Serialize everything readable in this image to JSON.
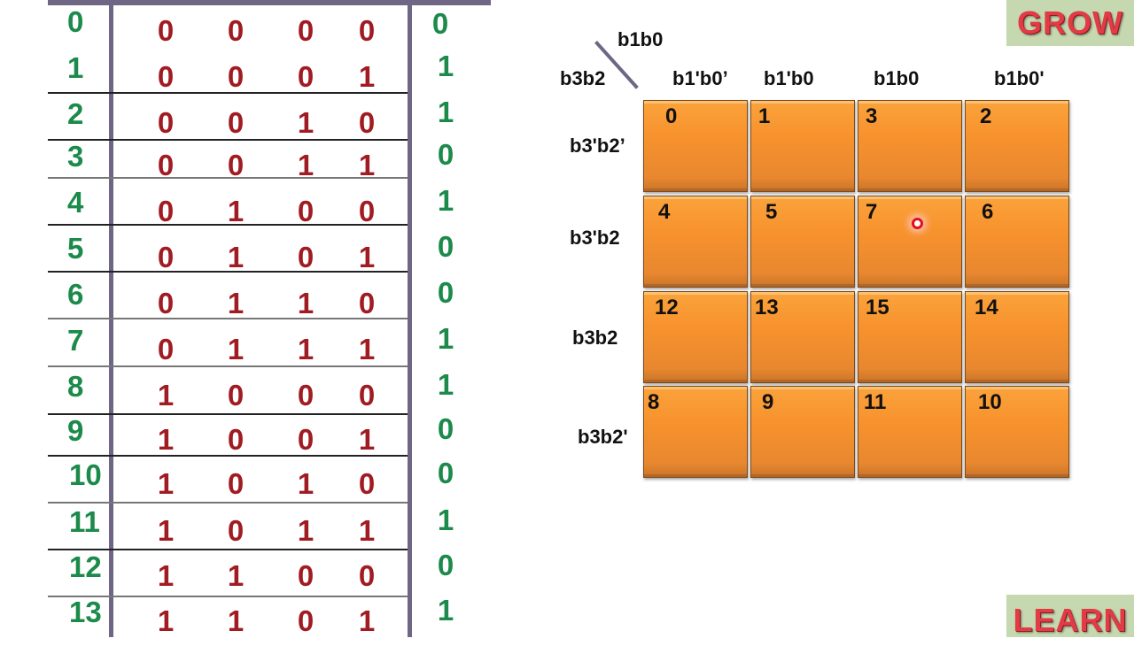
{
  "truth_table": {
    "rows": [
      {
        "dec": "0",
        "b3": "0",
        "b2": "0",
        "b1": "0",
        "b0": "0",
        "out": "0"
      },
      {
        "dec": "1",
        "b3": "0",
        "b2": "0",
        "b1": "0",
        "b0": "1",
        "out": "1"
      },
      {
        "dec": "2",
        "b3": "0",
        "b2": "0",
        "b1": "1",
        "b0": "0",
        "out": "1"
      },
      {
        "dec": "3",
        "b3": "0",
        "b2": "0",
        "b1": "1",
        "b0": "1",
        "out": "0"
      },
      {
        "dec": "4",
        "b3": "0",
        "b2": "1",
        "b1": "0",
        "b0": "0",
        "out": "1"
      },
      {
        "dec": "5",
        "b3": "0",
        "b2": "1",
        "b1": "0",
        "b0": "1",
        "out": "0"
      },
      {
        "dec": "6",
        "b3": "0",
        "b2": "1",
        "b1": "1",
        "b0": "0",
        "out": "0"
      },
      {
        "dec": "7",
        "b3": "0",
        "b2": "1",
        "b1": "1",
        "b0": "1",
        "out": "1"
      },
      {
        "dec": "8",
        "b3": "1",
        "b2": "0",
        "b1": "0",
        "b0": "0",
        "out": "1"
      },
      {
        "dec": "9",
        "b3": "1",
        "b2": "0",
        "b1": "0",
        "b0": "1",
        "out": "0"
      },
      {
        "dec": "10",
        "b3": "1",
        "b2": "0",
        "b1": "1",
        "b0": "0",
        "out": "0"
      },
      {
        "dec": "11",
        "b3": "1",
        "b2": "0",
        "b1": "1",
        "b0": "1",
        "out": "1"
      },
      {
        "dec": "12",
        "b3": "1",
        "b2": "1",
        "b1": "0",
        "b0": "0",
        "out": "0"
      },
      {
        "dec": "13",
        "b3": "1",
        "b2": "1",
        "b1": "0",
        "b0": "1",
        "out": "1"
      }
    ]
  },
  "kmap": {
    "col_var_label": "b1b0",
    "row_var_label": "b3b2",
    "col_headers": [
      "b1'b0’",
      "b1'b0",
      "b1b0",
      "b1b0'"
    ],
    "row_headers": [
      "b3'b2’",
      "b3'b2",
      "b3b2",
      "b3b2'"
    ],
    "cells": [
      [
        "0",
        "1",
        "3",
        "2"
      ],
      [
        "4",
        "5",
        "7",
        "6"
      ],
      [
        "12",
        "13",
        "15",
        "14"
      ],
      [
        "8",
        "9",
        "11",
        "10"
      ]
    ]
  },
  "badges": {
    "top": "GROW",
    "bottom": "LEARN"
  },
  "colors": {
    "decimal": "#1b8a4a",
    "bits": "#a01c22",
    "output": "#1b8a4a",
    "kmap_cell": "#f7922d",
    "table_lines": "#6f6585",
    "badge_bg": "#c5d8b0",
    "badge_text": "#e23b45"
  }
}
